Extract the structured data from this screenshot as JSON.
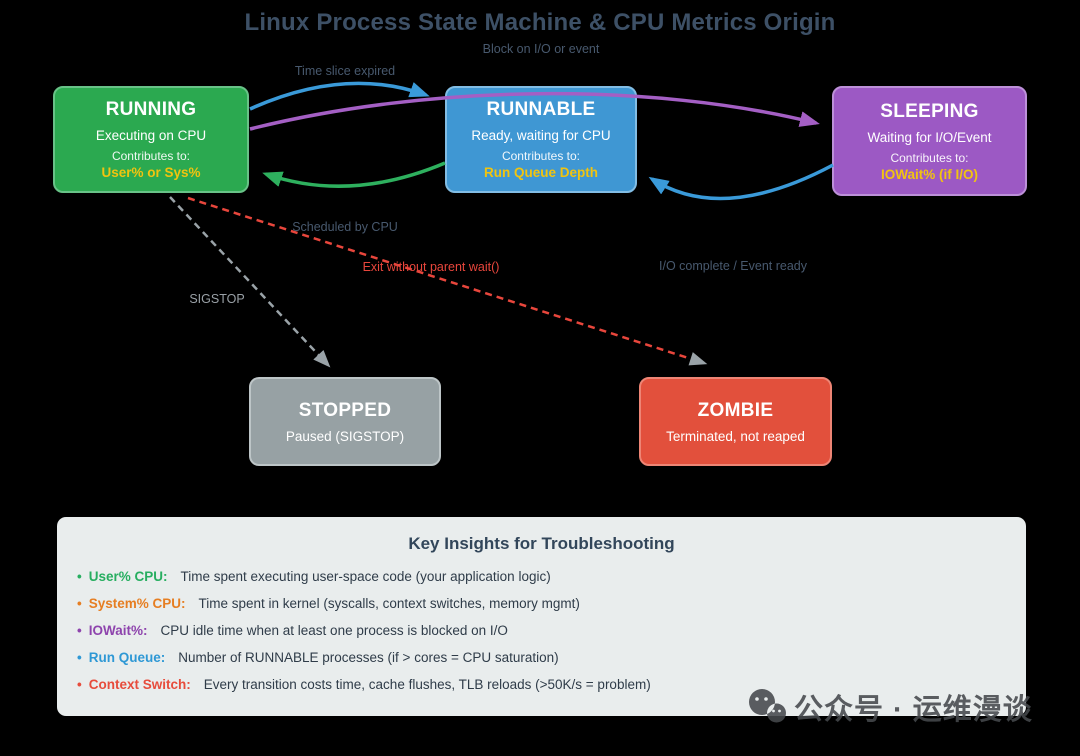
{
  "header": {
    "title": "Linux Process State Machine & CPU Metrics Origin"
  },
  "diagram": {
    "states": {
      "running": {
        "title": "RUNNING",
        "subtitle": "Executing on CPU",
        "contributes_label": "Contributes to:",
        "contributes_value": "User% or Sys%",
        "color": "#2ba950"
      },
      "runnable": {
        "title": "RUNNABLE",
        "subtitle": "Ready, waiting for CPU",
        "contributes_label": "Contributes to:",
        "contributes_value": "Run Queue Depth",
        "color": "#3f97d3"
      },
      "sleeping": {
        "title": "SLEEPING",
        "subtitle": "Waiting for I/O/Event",
        "contributes_label": "Contributes to:",
        "contributes_value": "IOWait% (if I/O)",
        "color": "#9c59c4"
      },
      "stopped": {
        "title": "STOPPED",
        "subtitle": "Paused (SIGSTOP)",
        "color": "#97a1a4"
      },
      "zombie": {
        "title": "ZOMBIE",
        "subtitle": "Terminated, not reaped",
        "color": "#e2503c"
      }
    },
    "contributes_value_color": "#f1c40f",
    "edges": {
      "time_slice_expired": {
        "label": "Time slice expired",
        "color": "#3a9ad9",
        "style": "solid",
        "from": "running",
        "to": "runnable"
      },
      "scheduled_by_cpu": {
        "label": "Scheduled by CPU",
        "color": "#2eb05e",
        "style": "solid",
        "from": "runnable",
        "to": "running"
      },
      "block_on_io": {
        "label": "Block on I/O or event",
        "color": "#a45fc4",
        "style": "solid",
        "from": "running",
        "to": "sleeping"
      },
      "io_complete": {
        "label": "I/O complete / Event ready",
        "color": "#3a9ad9",
        "style": "solid",
        "from": "sleeping",
        "to": "runnable"
      },
      "sigstop": {
        "label": "SIGSTOP",
        "color": "#9aa3a8",
        "style": "dashed",
        "from": "running",
        "to": "stopped"
      },
      "exit_without_wait": {
        "label": "Exit without parent wait()",
        "color": "#e8463c",
        "style": "dashed",
        "from": "running",
        "to": "zombie"
      }
    }
  },
  "insights": {
    "title": "Key Insights for Troubleshooting",
    "items": [
      {
        "label": "User% CPU:",
        "text": "Time spent executing user-space code (your application logic)",
        "color": "#27ae60"
      },
      {
        "label": "System% CPU:",
        "text": "Time spent in kernel (syscalls, context switches, memory mgmt)",
        "color": "#e67e22"
      },
      {
        "label": "IOWait%:",
        "text": "CPU idle time when at least one process is blocked on I/O",
        "color": "#8e44ad"
      },
      {
        "label": "Run Queue:",
        "text": "Number of RUNNABLE processes (if > cores = CPU saturation)",
        "color": "#2e98d5"
      },
      {
        "label": "Context Switch:",
        "text": "Every transition costs time, cache flushes, TLB reloads (>50K/s = problem)",
        "color": "#e74c3c"
      }
    ]
  },
  "watermark": {
    "icon": "wechat-icon",
    "text": "公众号 · 运维漫谈"
  }
}
